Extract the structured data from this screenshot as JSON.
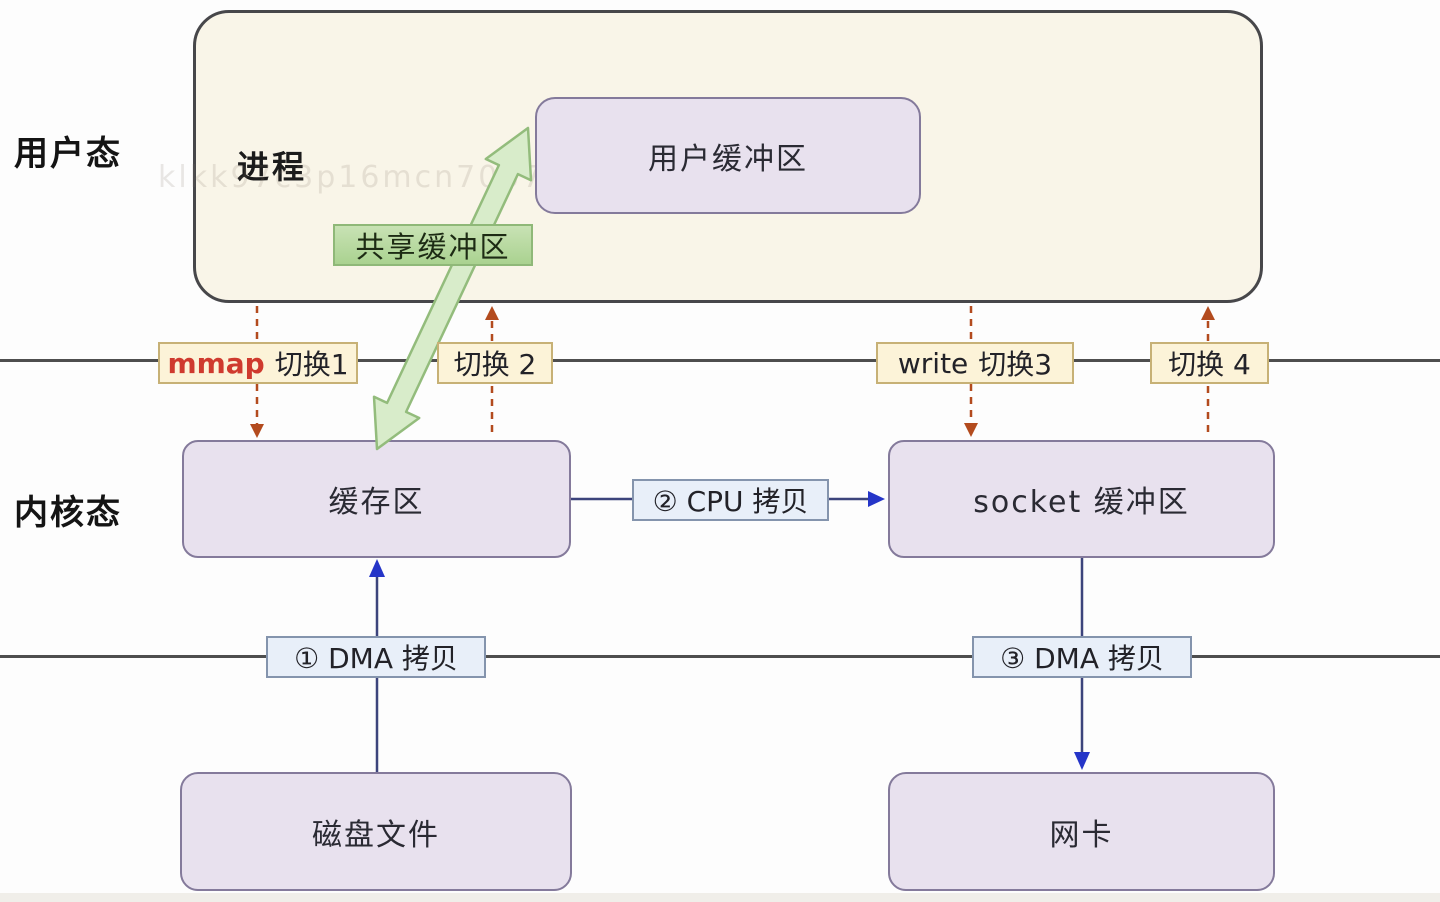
{
  "watermark": "klkk97c3p16mcn705794kk3t6k35k44m4m",
  "regions": {
    "user_mode": "用户态",
    "kernel_mode": "内核态"
  },
  "process": {
    "title": "进程"
  },
  "boxes": {
    "user_buffer": {
      "label": "用户缓冲区"
    },
    "kernel_buffer": {
      "label": "缓存区"
    },
    "socket_buffer": {
      "label": "socket 缓冲区"
    },
    "disk_file": {
      "label": "磁盘文件"
    },
    "nic": {
      "label": "网卡"
    }
  },
  "shared_buffer": {
    "label": "共享缓冲区"
  },
  "switches": {
    "s1": {
      "syscall": "mmap",
      "label": "切换1"
    },
    "s2": {
      "label": "切换 2"
    },
    "s3": {
      "syscall": "write",
      "label": "切换3"
    },
    "s4": {
      "label": "切换 4"
    }
  },
  "copies": {
    "c1": {
      "label": "① DMA 拷贝"
    },
    "c2": {
      "label": "② CPU 拷贝"
    },
    "c3": {
      "label": "③ DMA 拷贝"
    }
  },
  "colors": {
    "mmap_red": "#cf3a2e",
    "dashed_switch_arrow": "#b34b1e",
    "blue_arrow_head": "#2535c8",
    "connector_line": "#3c447c",
    "process_fill": "#f9f5e8",
    "purple_box_fill": "#e8e1ee",
    "switch_label_fill": "#fcf3d8",
    "copy_label_fill": "#e8eff9",
    "shared_label_fill": "#b9d9a2",
    "green_arrow_fill": "#d8ecca"
  }
}
